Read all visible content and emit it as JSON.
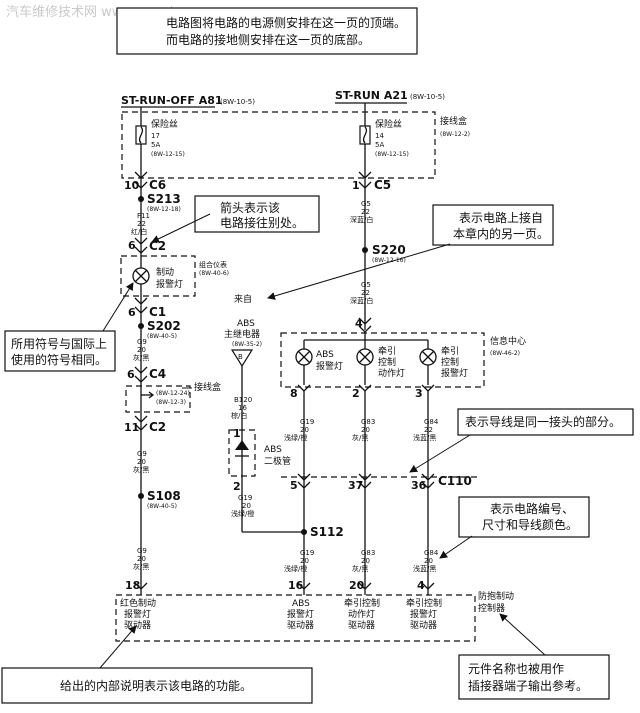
{
  "watermark": "汽车维修技术网 www.qcwxjs.com",
  "callouts": {
    "top_line1": "电路图将电路的电源侧安排在这一页的顶端。",
    "top_line2": "而电路的接地侧安排在这一页的底部。",
    "arrow_line1": "箭头表示该",
    "arrow_line2": "电路接往别处。",
    "sameconn_line1": "表示电路上接自",
    "sameconn_line2": "本章内的另一页。",
    "symbols_line1": "所用符号与国际上",
    "symbols_line2": "使用的符号相同。",
    "samewire": "表示导线是同一接头的部分。",
    "wireinfo_line1": "表示电路编号、",
    "wireinfo_line2": "尺寸和导线颜色。",
    "internal": "给出的内部说明表示该电路的功能。",
    "compname_line1": "元件名称也被用作",
    "compname_line2": "插接器端子输出参考。"
  },
  "power": {
    "left": "ST-RUN-OFF A81",
    "left_ref": "(8W-10-5)",
    "right": "ST-RUN A21",
    "right_ref": "(8W-10-5)"
  },
  "fusebox": {
    "label": "接线盒",
    "ref": "(8W-12-2)",
    "fuse_left": {
      "title": "保险丝",
      "num": "17",
      "amp": "5A",
      "ref": "(8W-12-15)"
    },
    "fuse_right": {
      "title": "保险丝",
      "num": "14",
      "amp": "5A",
      "ref": "(8W-12-15)"
    }
  },
  "left_chain": {
    "c6_pin": "10",
    "c6": "C6",
    "s213": "S213",
    "s213_ref": "(8W-12-18)",
    "w1": "F11",
    "w1_size": "22",
    "w1_color": "红/白",
    "c2_pin": "6",
    "c2": "C2",
    "cluster_label": "组合仪表",
    "cluster_ref": "(8W-40-6)",
    "lamp_l1": "制动",
    "lamp_l2": "报警灯",
    "c1_pin": "6",
    "c1": "C1",
    "s202": "S202",
    "s202_ref": "(8W-40-5)",
    "w2": "G9",
    "w2_size": "20",
    "w2_color": "灰/黑",
    "c4_pin": "6",
    "c4": "C4",
    "jb2_label": "接线盒",
    "jb2_ref1": "(8W-12-24)",
    "jb2_ref2": "(8W-12-3)",
    "c2b_pin": "11",
    "c2b": "C2",
    "w3": "G9",
    "w3_size": "20",
    "w3_color": "灰/黑",
    "s108": "S108",
    "s108_ref": "(8W-40-5)",
    "w4": "G9",
    "w4_size": "20",
    "w4_color": "灰/黑"
  },
  "right_chain": {
    "c5_pin": "1",
    "c5": "C5",
    "w1": "G5",
    "w1_size": "22",
    "w1_color": "深蓝/白",
    "s220": "S220",
    "s220_ref": "(8W-12-16)",
    "w2": "G5",
    "w2_size": "22",
    "w2_color": "深蓝/白",
    "c_pin": "4"
  },
  "info_center": {
    "label": "信息中心",
    "ref": "(8W-46-2)",
    "lamp1_l1": "ABS",
    "lamp1_l2": "报警灯",
    "lamp2_l1": "牵引",
    "lamp2_l2": "控制",
    "lamp2_l3": "动作灯",
    "lamp3_l1": "牵引",
    "lamp3_l2": "控制",
    "lamp3_l3": "报警灯",
    "pin1": "8",
    "pin2": "2",
    "pin3": "3"
  },
  "abs_relay": {
    "from": "来自",
    "name_l1": "ABS",
    "name_l2": "主继电器",
    "ref": "(8W-35-2)",
    "pin": "B",
    "w": "B120",
    "w_size": "16",
    "w_color": "棕/白"
  },
  "diode": {
    "pin_top": "1",
    "pin_bot": "2",
    "l1": "ABS",
    "l2": "二极管",
    "w": "G19",
    "w_size": "20",
    "w_color": "浅绿/橙"
  },
  "mid_wires": {
    "a": "G19",
    "a_size": "20",
    "a_color": "浅绿/橙",
    "b": "G83",
    "b_size": "20",
    "b_color": "灰/黑",
    "c": "G84",
    "c_size": "22",
    "c_color": "浅蓝/黑"
  },
  "c110": {
    "pin1": "5",
    "pin2": "37",
    "pin3": "36",
    "name": "C110"
  },
  "s112": "S112",
  "low_wires": {
    "a": "G19",
    "a_size": "20",
    "a_color": "浅绿/橙",
    "b": "G83",
    "b_size": "20",
    "b_color": "灰/黑",
    "c": "G84",
    "c_size": "20",
    "c_color": "浅蓝/黑"
  },
  "module": {
    "label_l1": "防抱制动",
    "label_l2": "控制器",
    "pins": [
      "18",
      "16",
      "20",
      "4"
    ],
    "d1": [
      "红色制动",
      "报警灯",
      "驱动器"
    ],
    "d2": [
      "ABS",
      "报警灯",
      "驱动器"
    ],
    "d3": [
      "牵引控制",
      "动作灯",
      "驱动器"
    ],
    "d4": [
      "牵引控制",
      "报警灯",
      "驱动器"
    ]
  }
}
